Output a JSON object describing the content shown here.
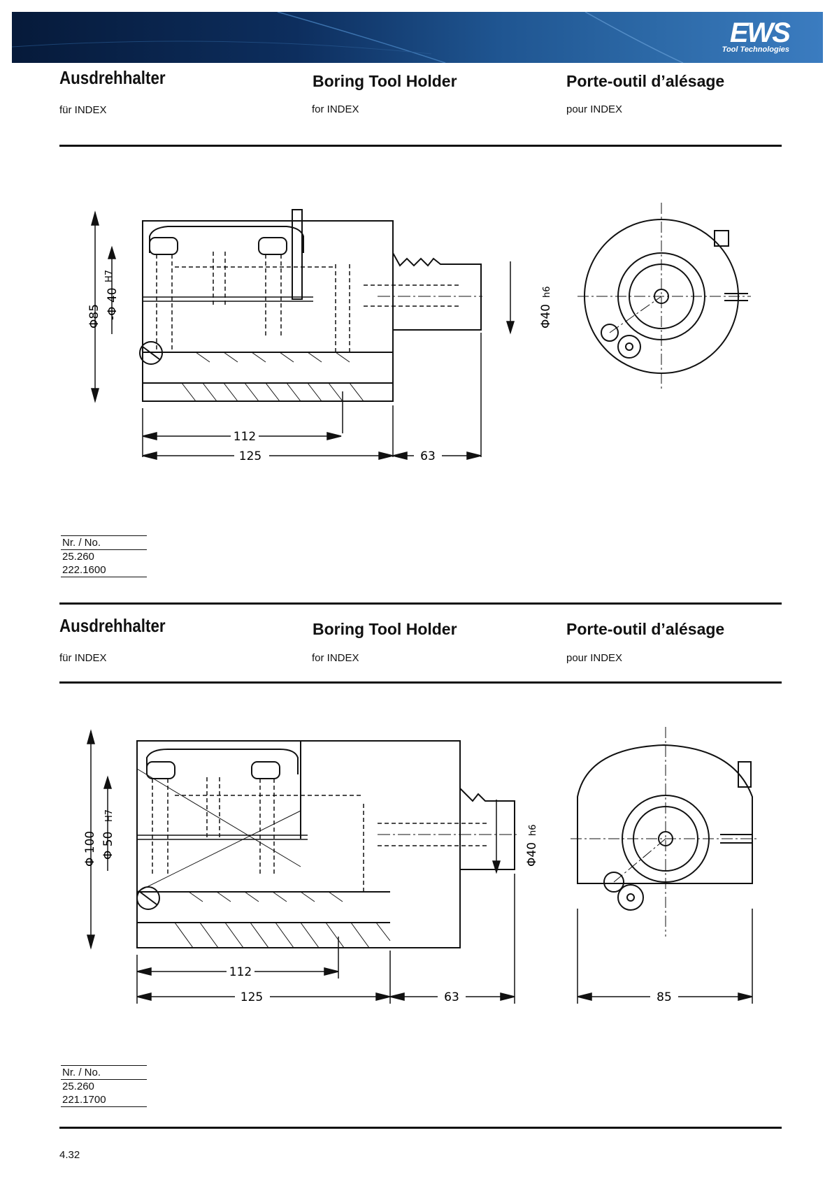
{
  "header": {
    "logo_text": "EWS",
    "logo_subtitle": "Tool Technologies"
  },
  "sections": [
    {
      "title_de": "Ausdrehhalter",
      "title_en": "Boring Tool Holder",
      "title_fr": "Porte-outil d’alésage",
      "sub_de": "für INDEX",
      "sub_en": "for INDEX",
      "sub_fr": "pour INDEX",
      "dimensions": {
        "outer_dia": "Φ85",
        "bore_dia": "-Φ 40",
        "bore_tol": "H7",
        "shank_dia": "Φ40",
        "shank_tol": "h6",
        "len_112": "112",
        "len_125": "125",
        "len_63": "63"
      },
      "nr_label": "Nr. / No.",
      "nr_values": [
        "25.260",
        "222.1600"
      ]
    },
    {
      "title_de": "Ausdrehhalter",
      "title_en": "Boring Tool Holder",
      "title_fr": "Porte-outil d’alésage",
      "sub_de": "für INDEX",
      "sub_en": "for INDEX",
      "sub_fr": "pour INDEX",
      "dimensions": {
        "outer_dia": "Φ 100",
        "bore_dia": "Φ 50",
        "bore_tol": "H7",
        "shank_dia": "Φ40",
        "shank_tol": "h6",
        "len_112": "112",
        "len_125": "125",
        "len_63": "63",
        "len_85": "85"
      },
      "nr_label": "Nr. / No.",
      "nr_values": [
        "25.260",
        "221.1700"
      ]
    }
  ],
  "footer": {
    "page_number": "4.32"
  }
}
